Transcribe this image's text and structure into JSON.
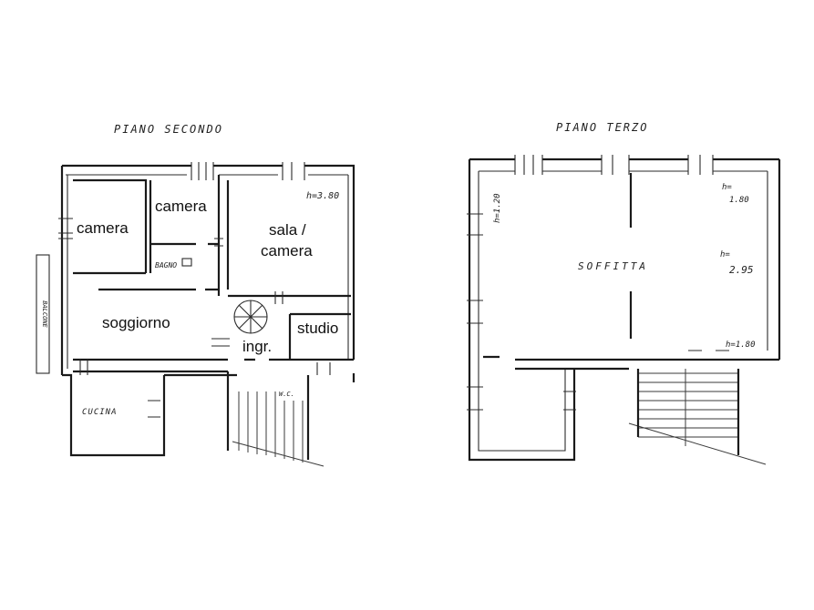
{
  "floors": {
    "second": {
      "title": "PIANO SECONDO",
      "rooms": {
        "camera_left": "camera",
        "camera_top": "camera",
        "sala_line1": "sala /",
        "sala_line2": "camera",
        "soggiorno": "soggiorno",
        "studio": "studio",
        "ingresso": "ingr.",
        "bagno": "BAGNO",
        "cucina": "CUCINA",
        "balcone": "BALCONE",
        "wc": "W.C."
      },
      "heights": {
        "sala": "h=3.80"
      }
    },
    "third": {
      "title": "PIANO TERZO",
      "rooms": {
        "soffitta": "SOFFITTA"
      },
      "heights": {
        "left": "h=1.20",
        "top_right_a": "h=",
        "top_right_b": "1.80",
        "mid_right_a": "h=",
        "mid_right_b": "2.95",
        "bottom_right": "h=1.80"
      }
    }
  },
  "colors": {
    "ink": "#1a1a1a",
    "paper": "#ffffff"
  }
}
